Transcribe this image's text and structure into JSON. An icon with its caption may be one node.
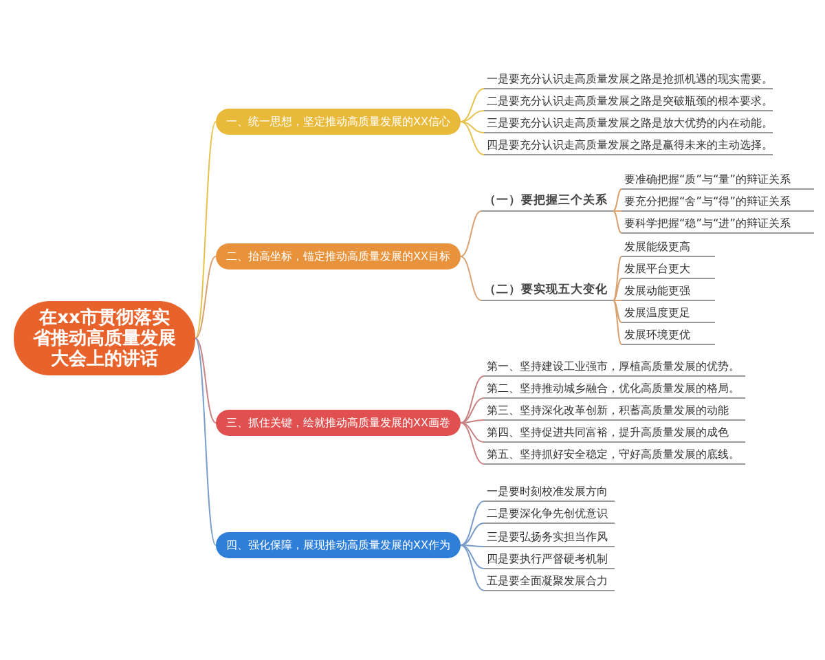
{
  "diagram": {
    "nodes": [
      {
        "text": [
          "在xx市贯彻落实省推动高质量发展大会上的讲话"
        ]
      },
      {
        "text": [
          "一、统一思想，坚定推动高质量发展的XX信心"
        ]
      },
      {
        "text": [
          "一是要充分认识走高质量发展之路是抢抓机遇的现实需要。"
        ]
      },
      {
        "text": [
          "二是要充分认识走高质量发展之路是突破瓶颈的根本要求。"
        ]
      },
      {
        "text": [
          "三是要充分认识走高质量发展之路是放大优势的内在动能。"
        ]
      },
      {
        "text": [
          "四是要充分认识走高质量发展之路是赢得未来的主动选择。"
        ]
      },
      {
        "text": [
          "二、抬高坐标，锚定推动高质量发展的XX目标"
        ]
      },
      {
        "text": [
          "（一）要把握三个关系"
        ]
      },
      {
        "text": [
          "要准确把握“质”与“量”的辩证关系"
        ]
      },
      {
        "text": [
          "要充分把握“舍”与“得”的辩证关系"
        ]
      },
      {
        "text": [
          "要科学把握“稳”与“进”的辩证关系"
        ]
      },
      {
        "text": [
          "（二）要实现五大变化"
        ]
      },
      {
        "text": [
          "发展能级更高"
        ]
      },
      {
        "text": [
          "发展平台更大"
        ]
      },
      {
        "text": [
          "发展动能更强"
        ]
      },
      {
        "text": [
          "发展温度更足"
        ]
      },
      {
        "text": [
          "发展环境更优"
        ]
      },
      {
        "text": [
          "三、抓住关键，绘就推动高质量发展的XX画卷"
        ]
      },
      {
        "text": [
          "第一、坚持建设工业强市，厚植高质量发展的优势。"
        ]
      },
      {
        "text": [
          "第二、坚持推动城乡融合，优化高质量发展的格局。"
        ]
      },
      {
        "text": [
          "第三、坚持深化改革创新，积蓄高质量发展的动能"
        ]
      },
      {
        "text": [
          "第四、坚持促进共同富裕，提升高质量发展的成色"
        ]
      },
      {
        "text": [
          "第五、坚持抓好安全稳定，守好高质量发展的底线。"
        ]
      },
      {
        "text": [
          "四、强化保障，展现推动高质量发展的XX作为"
        ]
      },
      {
        "text": [
          "一是要时刻校准发展方向"
        ]
      },
      {
        "text": [
          "二是要深化争先创优意识"
        ]
      },
      {
        "text": [
          "三是要弘扬务实担当作风"
        ]
      },
      {
        "text": [
          "四是要执行严督硬考机制"
        ]
      },
      {
        "text": [
          "五是要全面凝聚发展合力"
        ]
      }
    ],
    "edges": [
      {
        "from": 0,
        "to": 1,
        "arrow": "none",
        "color": "#e6c24a"
      },
      {
        "from": 1,
        "to": 2,
        "arrow": "none",
        "color": "#e6c24a"
      },
      {
        "from": 1,
        "to": 3,
        "arrow": "none",
        "color": "#e6c24a"
      },
      {
        "from": 1,
        "to": 4,
        "arrow": "none",
        "color": "#e6c24a"
      },
      {
        "from": 1,
        "to": 5,
        "arrow": "none",
        "color": "#e6c24a"
      },
      {
        "from": 0,
        "to": 6,
        "arrow": "none",
        "color": "#d9a070"
      },
      {
        "from": 6,
        "to": 7,
        "arrow": "none",
        "color": "#d9a070"
      },
      {
        "from": 7,
        "to": 8,
        "arrow": "none",
        "color": "#d9a070"
      },
      {
        "from": 7,
        "to": 9,
        "arrow": "none",
        "color": "#d9a070"
      },
      {
        "from": 7,
        "to": 10,
        "arrow": "none",
        "color": "#d9a070"
      },
      {
        "from": 6,
        "to": 11,
        "arrow": "none",
        "color": "#d9a070"
      },
      {
        "from": 11,
        "to": 12,
        "arrow": "none",
        "color": "#d9a070"
      },
      {
        "from": 11,
        "to": 13,
        "arrow": "none",
        "color": "#d9a070"
      },
      {
        "from": 11,
        "to": 14,
        "arrow": "none",
        "color": "#d9a070"
      },
      {
        "from": 11,
        "to": 15,
        "arrow": "none",
        "color": "#d9a070"
      },
      {
        "from": 11,
        "to": 16,
        "arrow": "none",
        "color": "#d9a070"
      },
      {
        "from": 0,
        "to": 17,
        "arrow": "none",
        "color": "#c98080"
      },
      {
        "from": 17,
        "to": 18,
        "arrow": "none",
        "color": "#c98080"
      },
      {
        "from": 17,
        "to": 19,
        "arrow": "none",
        "color": "#c98080"
      },
      {
        "from": 17,
        "to": 20,
        "arrow": "none",
        "color": "#c98080"
      },
      {
        "from": 17,
        "to": 21,
        "arrow": "none",
        "color": "#c98080"
      },
      {
        "from": 17,
        "to": 22,
        "arrow": "none",
        "color": "#c98080"
      },
      {
        "from": 0,
        "to": 23,
        "arrow": "none",
        "color": "#7a9cc8"
      },
      {
        "from": 23,
        "to": 24,
        "arrow": "none",
        "color": "#7a9cc8"
      },
      {
        "from": 23,
        "to": 25,
        "arrow": "none",
        "color": "#7a9cc8"
      },
      {
        "from": 23,
        "to": 26,
        "arrow": "none",
        "color": "#7a9cc8"
      },
      {
        "from": 23,
        "to": 27,
        "arrow": "none",
        "color": "#7a9cc8"
      },
      {
        "from": 23,
        "to": 28,
        "arrow": "none",
        "color": "#7a9cc8"
      }
    ]
  }
}
